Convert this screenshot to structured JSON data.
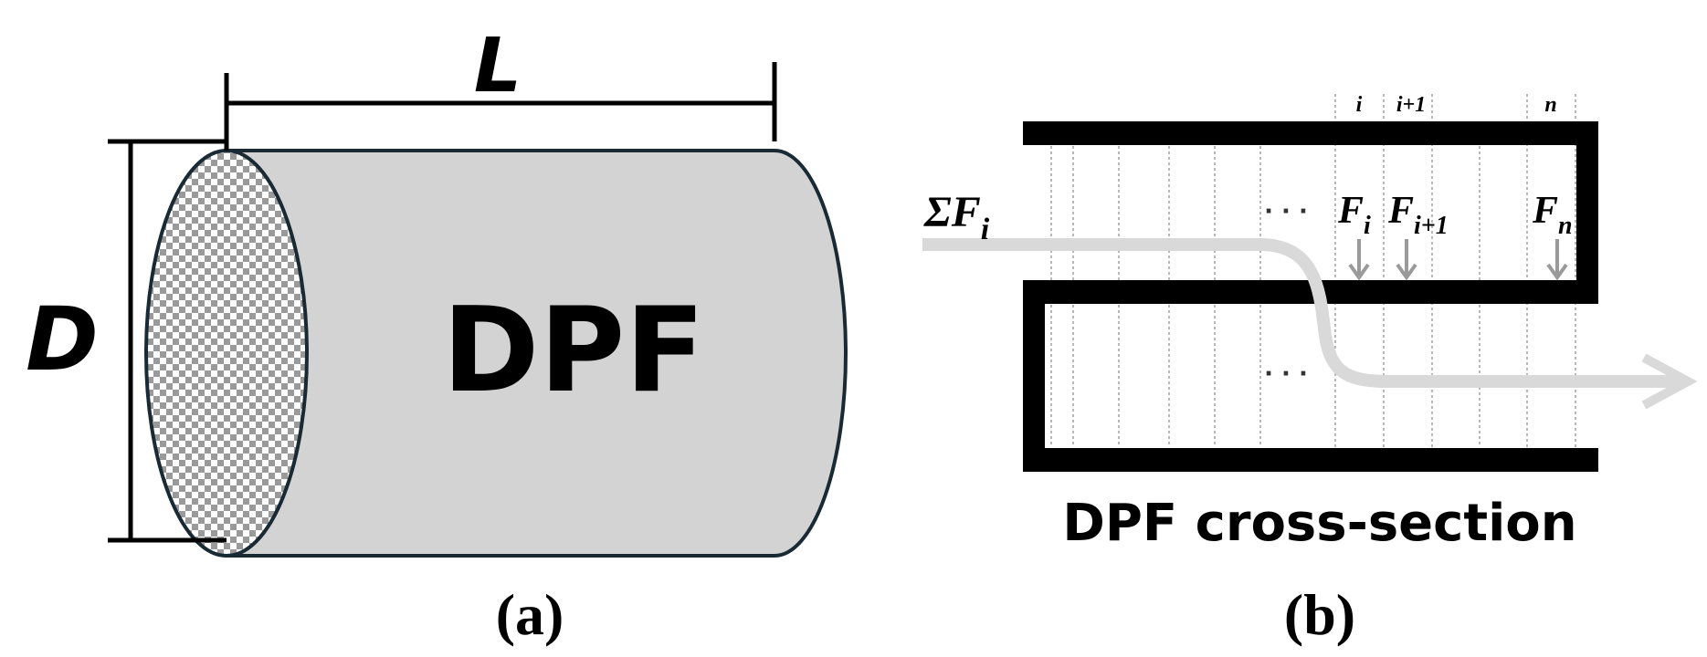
{
  "panel_a": {
    "dim_length": "L",
    "dim_diameter": "D",
    "body_label": "DPF",
    "caption": "(a)",
    "colors": {
      "body_fill": "#d3d3d3",
      "outline": "#1a2a35",
      "checker": "#9a9a9a"
    }
  },
  "panel_b": {
    "title": "DPF cross-section",
    "caption": "(b)",
    "top_index_i": "i",
    "top_index_i1": "i+1",
    "top_index_n": "n",
    "inflow_sigma": "ΣF",
    "inflow_sub": "i",
    "flux_i": "F",
    "flux_i_sub": "i",
    "flux_i1": "F",
    "flux_i1_sub": "i+1",
    "flux_n": "F",
    "flux_n_sub": "n",
    "ellipsis_top": "· · ·",
    "ellipsis_bottom": "· · ·",
    "colors": {
      "walls": "#000000",
      "flow": "#d9d9d9",
      "arrows": "#9a9a9a",
      "slices": "#888888"
    }
  }
}
